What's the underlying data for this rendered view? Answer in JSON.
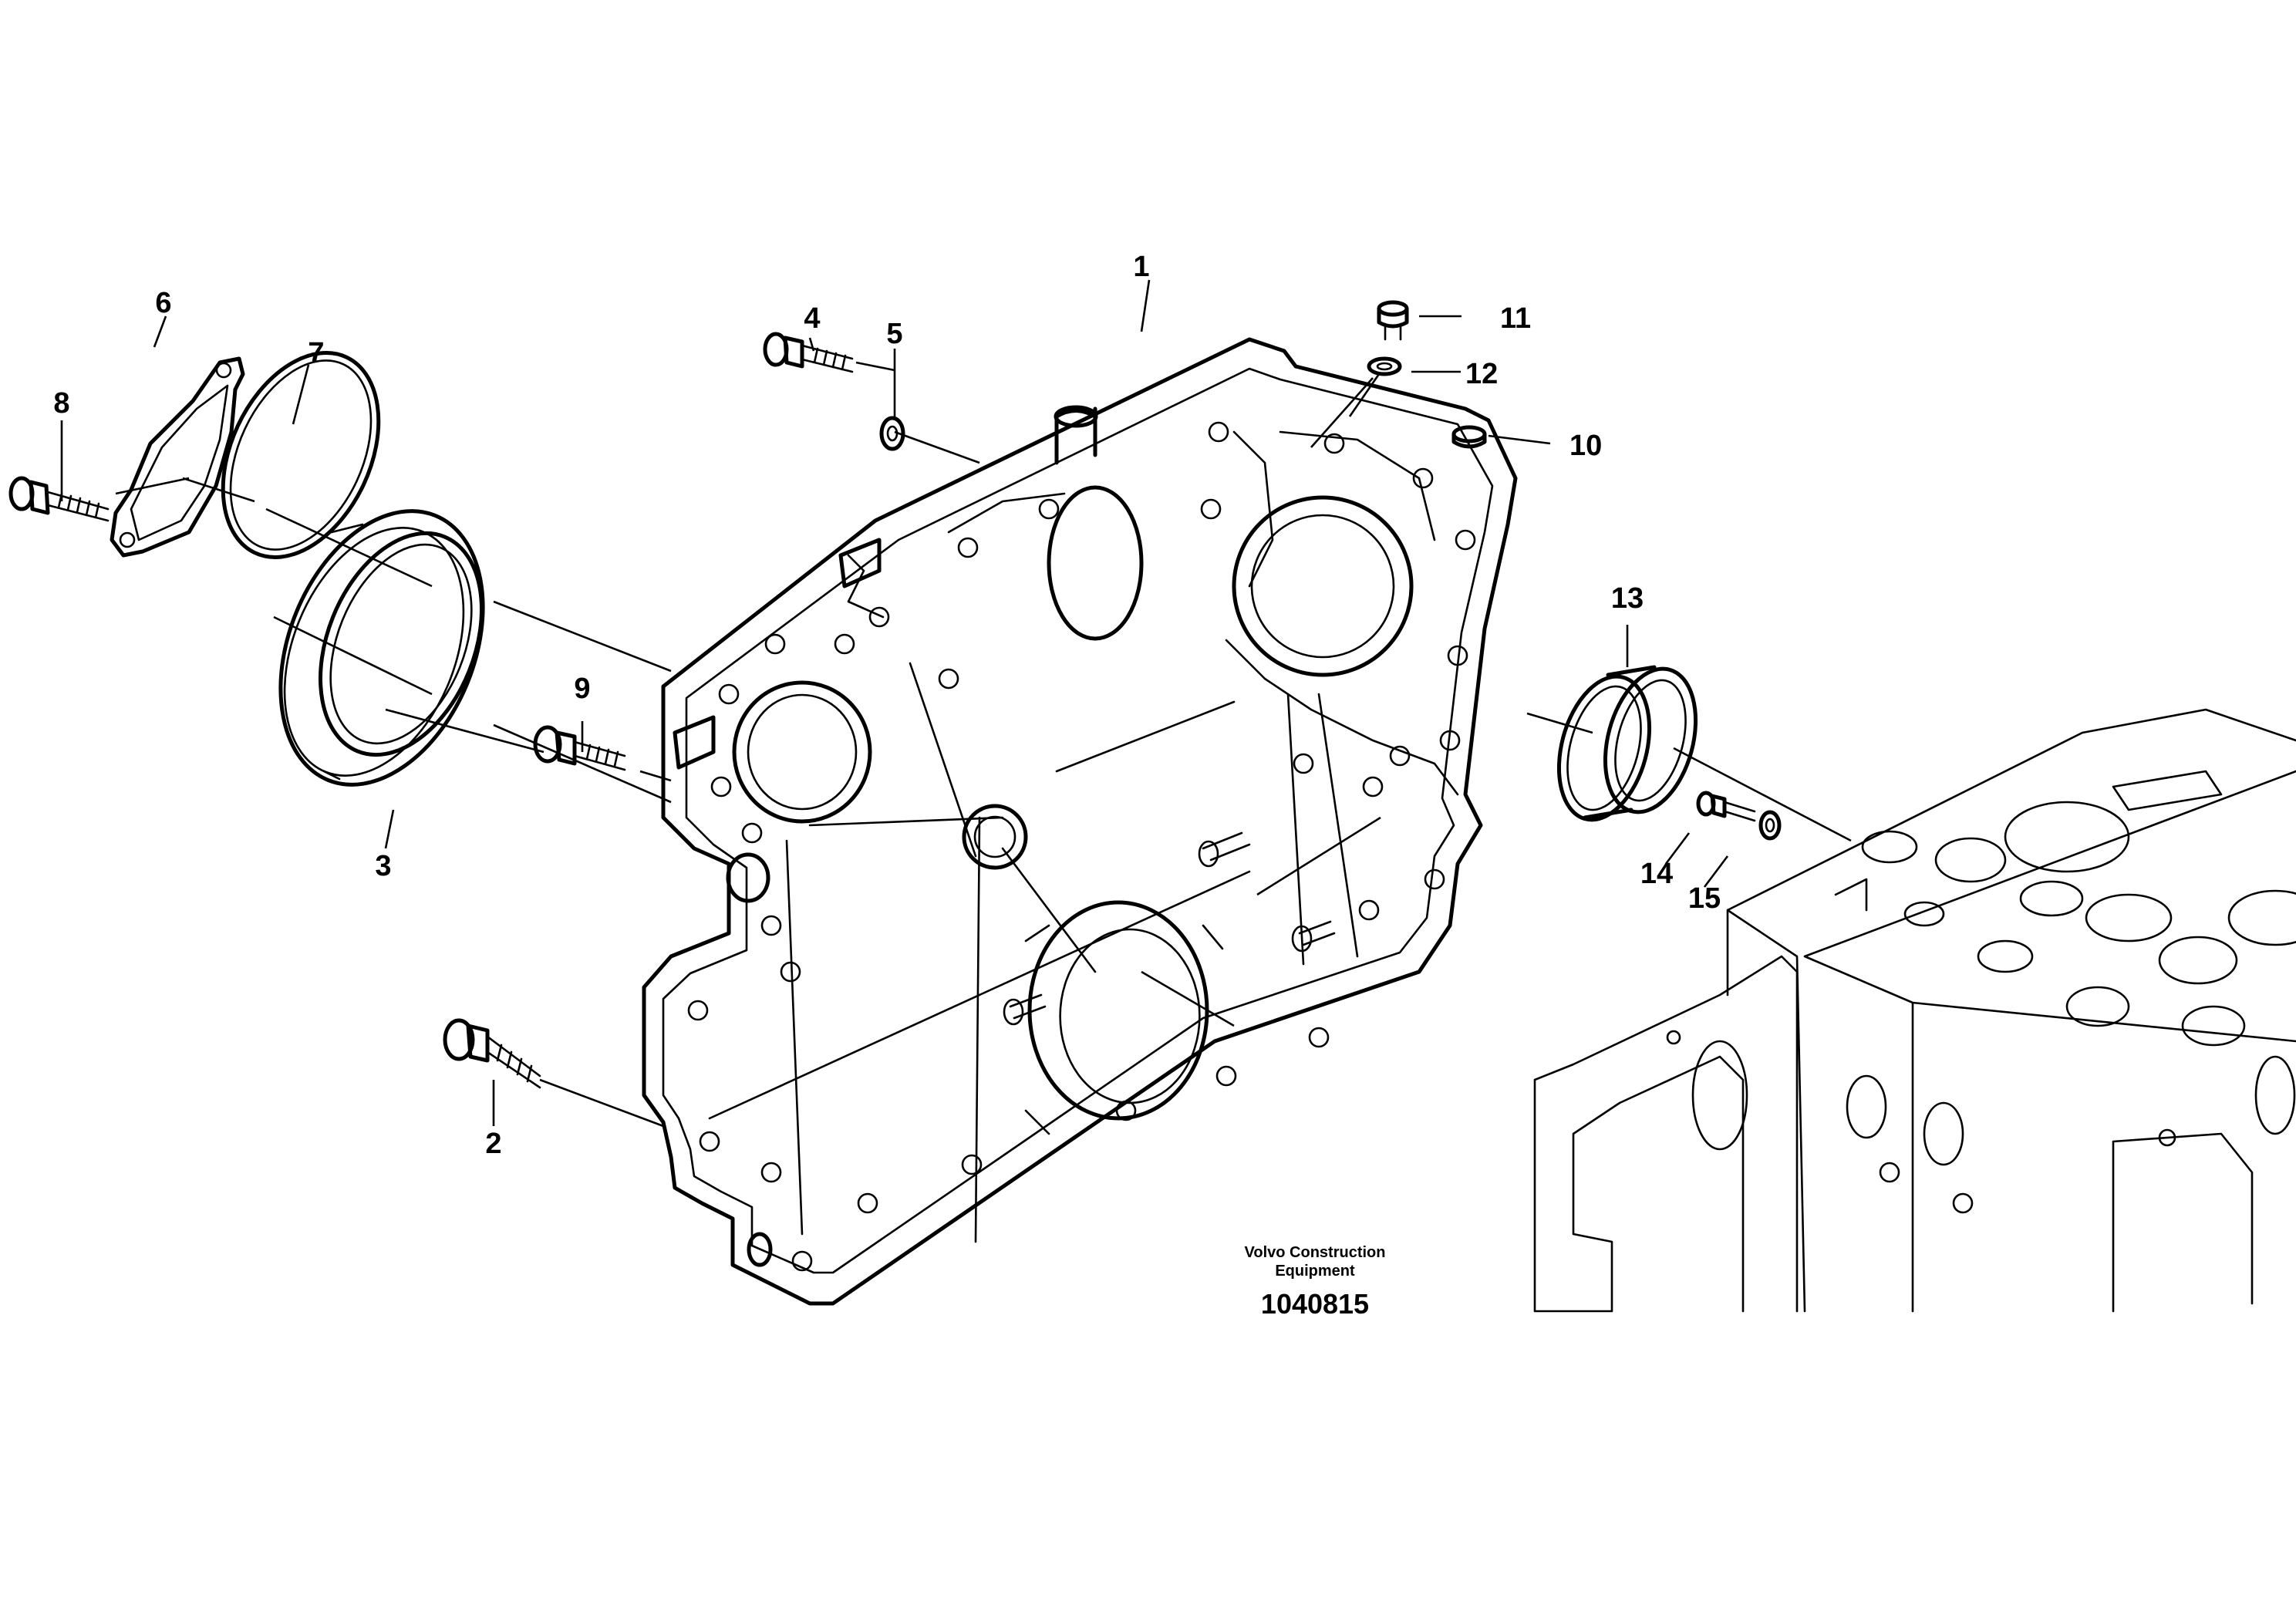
{
  "callouts": {
    "c1": "1",
    "c2": "2",
    "c3": "3",
    "c4": "4",
    "c5": "5",
    "c6": "6",
    "c7": "7",
    "c8": "8",
    "c9": "9",
    "c10": "10",
    "c11": "11",
    "c12": "12",
    "c13": "13",
    "c14": "14",
    "c15": "15"
  },
  "caption": {
    "company_line1": "Volvo Construction",
    "company_line2": "Equipment",
    "drawing_number": "1040815"
  }
}
